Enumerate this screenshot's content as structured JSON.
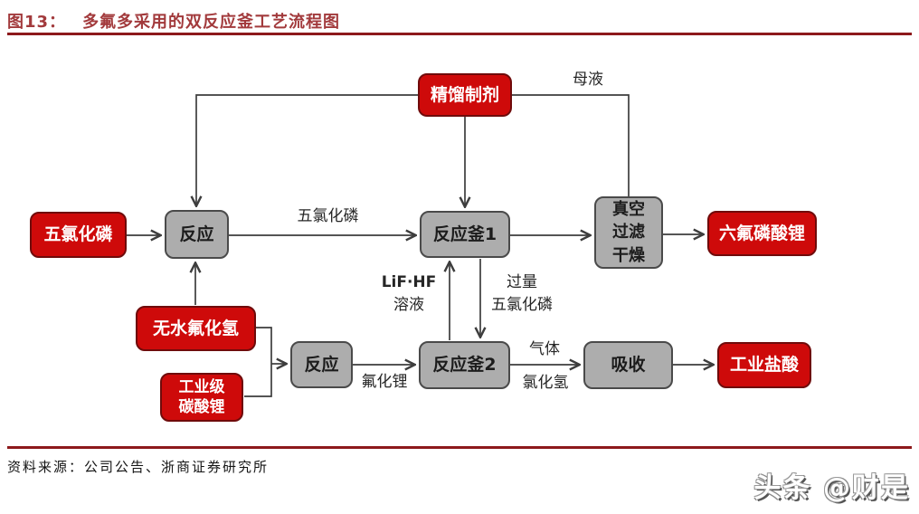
{
  "figure": {
    "caption_prefix": "图13：",
    "caption_title": "多氟多采用的双反应釜工艺流程图",
    "source": "资料来源：公司公告、浙商证券研究所",
    "watermark": "头条 @财是"
  },
  "colors": {
    "title_red": "#A23A3C",
    "rule_red": "#8D191B",
    "node_red_fill": "#CE0A0A",
    "node_red_border": "#6F0B0B",
    "node_gray_fill": "#ADADAD",
    "node_gray_border": "#4A4A4A",
    "connector": "#3D3D3D"
  },
  "diagram": {
    "nodes": {
      "distillation_agent": {
        "label": "精馏制剂"
      },
      "pcl5_feed": {
        "label": "五氯化磷"
      },
      "reaction_1": {
        "label": "反应"
      },
      "reactor_1": {
        "label": "反应釜1"
      },
      "vacuum_filter_dry": {
        "lines": [
          "真空",
          "过滤",
          "干燥"
        ]
      },
      "lipf6_product": {
        "label": "六氟磷酸锂"
      },
      "anhydrous_hf": {
        "label": "无水氟化氢"
      },
      "industrial_li2co3": {
        "lines": [
          "工业级",
          "碳酸锂"
        ]
      },
      "reaction_2": {
        "label": "反应"
      },
      "reactor_2": {
        "label": "反应釜2"
      },
      "absorption": {
        "label": "吸收"
      },
      "industrial_hcl": {
        "label": "工业盐酸"
      }
    },
    "edge_labels": {
      "mother_liquor": "母液",
      "pcl5_stream": "五氯化磷",
      "lif_hf_solution_line1": "LiF·HF",
      "lif_hf_solution_line2": "溶液",
      "excess_pcl5_line1": "过量",
      "excess_pcl5_line2": "五氯化磷",
      "hcl_gas_line1": "气体",
      "hcl_gas_line2": "氯化氢",
      "lif_stream": "氟化锂"
    }
  }
}
